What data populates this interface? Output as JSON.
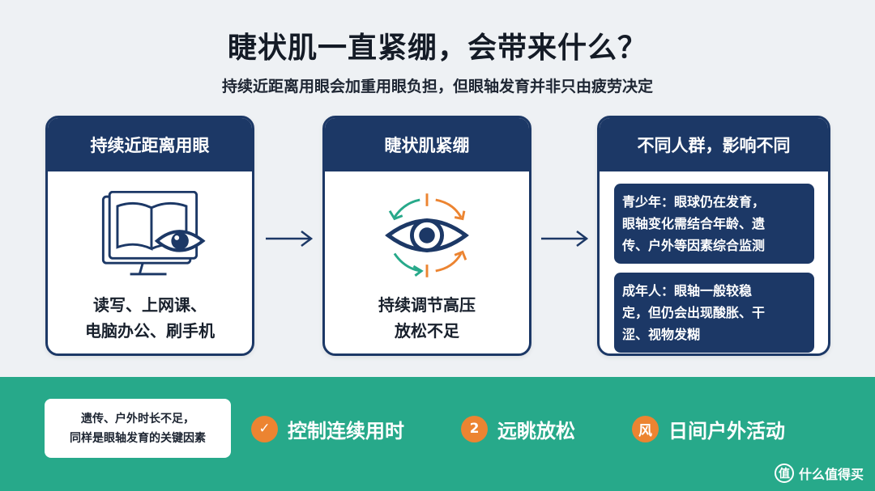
{
  "title": "睫状肌一直紧绷，会带来什么？",
  "subtitle": "持续近距离用眼会加重用眼负担，但眼轴发育并非只由疲劳决定",
  "cards": [
    {
      "heading": "持续近距离用眼",
      "lines": [
        "读写、上网课、",
        "电脑办公、刷手机"
      ],
      "icon": "book-monitor-eye-icon"
    },
    {
      "heading": "睫状肌紧绷",
      "lines": [
        "持续调节高压",
        "放松不足"
      ],
      "icon": "eye-cycle-icon"
    },
    {
      "heading": "不同人群，影响不同",
      "boxes": [
        [
          "青少年：眼球仍在发育，",
          "眼轴变化需结合年龄、遗",
          "传、户外等因素综合监测"
        ],
        [
          "成年人：眼轴一般较稳",
          "定，但仍会出现酸胀、干",
          "涩、视物发糊"
        ]
      ]
    }
  ],
  "note": [
    "遗传、户外时长不足，",
    "同样是眼轴发育的关键因素"
  ],
  "tips": [
    {
      "badge": "✓",
      "label": "控制连续用时"
    },
    {
      "badge": "2",
      "label": "远眺放松"
    },
    {
      "badge": "风",
      "label": "日间户外活动"
    }
  ],
  "watermark": {
    "logo": "值",
    "text": "什么值得买"
  },
  "colors": {
    "navy": "#1c3866",
    "green": "#27a98a",
    "orange": "#ec8431"
  }
}
